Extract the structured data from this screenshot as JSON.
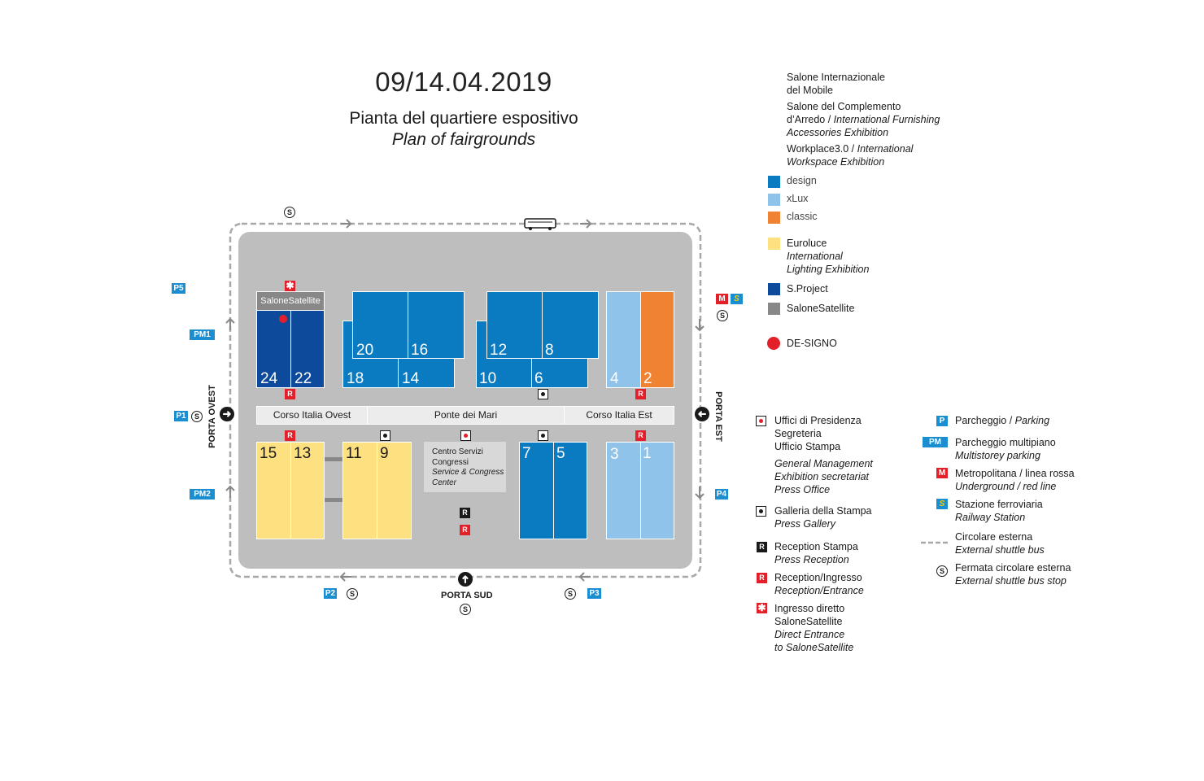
{
  "header": {
    "date": "09/14.04.2019",
    "title_it": "Pianta del quartiere espositivo",
    "title_en": "Plan of fairgrounds"
  },
  "exhibitions": {
    "salone_line1": "Salone Internazionale",
    "salone_line2": "del Mobile",
    "complemento_line1": "Salone del Complemento",
    "complemento_line2_a": "d’Arredo  / ",
    "complemento_line2_b": "International Furnishing",
    "complemento_line3": "Accessories Exhibition",
    "workplace_line1_a": "Workplace3.0 / ",
    "workplace_line1_b": "International",
    "workplace_line2": "Workspace Exhibition"
  },
  "color_legend": [
    {
      "label": "design",
      "color": "#0a7ac1"
    },
    {
      "label": "xLux",
      "color": "#90c3ea"
    },
    {
      "label": "classic",
      "color": "#f08331"
    },
    {
      "label": "Euroluce",
      "sub1": "International",
      "sub2": "Lighting Exhibition",
      "color": "#fde080"
    },
    {
      "label": "S.Project",
      "color": "#0e4a9c"
    },
    {
      "label": "SaloneSatellite",
      "color": "#888888"
    }
  ],
  "designo": {
    "label": "DE-SIGNO",
    "color": "#e3202a"
  },
  "halls": {
    "h24": "24",
    "h22": "22",
    "h20": "20",
    "h16": "16",
    "h18": "18",
    "h14": "14",
    "h12": "12",
    "h8": "8",
    "h10": "10",
    "h6": "6",
    "h4": "4",
    "h2": "2",
    "h15": "15",
    "h13": "13",
    "h11": "11",
    "h9": "9",
    "h7": "7",
    "h5": "5",
    "h3": "3",
    "h1": "1"
  },
  "roads": {
    "ovest": "Corso Italia Ovest",
    "mari": "Ponte dei Mari",
    "est": "Corso Italia Est"
  },
  "satellite_label": "SaloneSatellite",
  "service_center": {
    "line1": "Centro Servizi",
    "line2": "Congressi",
    "line3": "Service & Congress",
    "line4": "Center"
  },
  "gates": {
    "ovest": "PORTA OVEST",
    "est": "PORTA EST",
    "sud": "PORTA SUD"
  },
  "parking_badges": {
    "p5": "P5",
    "pm1": "PM1",
    "p1": "P1",
    "pm2": "PM2",
    "p2": "P2",
    "p3": "P3",
    "p4": "P4",
    "m": "M",
    "s": "S"
  },
  "symbols": {
    "r": "R",
    "s": "S"
  },
  "legend_left": [
    {
      "key": "presidenza",
      "lines_it": [
        "Uffici di Presidenza",
        "Segreteria",
        "Ufficio Stampa"
      ],
      "lines_en": [
        "General Management",
        "Exhibition secretariat",
        "Press Office"
      ]
    },
    {
      "key": "galleria",
      "lines_it": [
        "Galleria della Stampa"
      ],
      "lines_en": [
        "Press Gallery"
      ]
    },
    {
      "key": "reception_stampa",
      "lines_it": [
        "Reception Stampa"
      ],
      "lines_en": [
        "Press Reception"
      ]
    },
    {
      "key": "reception",
      "lines_it": [
        "Reception/Ingresso"
      ],
      "lines_en": [
        "Reception/Entrance"
      ]
    },
    {
      "key": "ingresso",
      "lines_it": [
        "Ingresso diretto",
        "SaloneSatellite"
      ],
      "lines_en": [
        "Direct Entrance",
        "to SaloneSatellite"
      ]
    }
  ],
  "legend_right": [
    {
      "key": "parking",
      "badge": "P",
      "it": "Parcheggio / ",
      "en": "Parking"
    },
    {
      "key": "multistorey",
      "badge": "PM",
      "it": "Parcheggio multipiano",
      "en": "Multistorey parking"
    },
    {
      "key": "metro",
      "badge": "M",
      "it": "Metropolitana / linea rossa",
      "en": "Underground / red line"
    },
    {
      "key": "railway",
      "badge": "S",
      "it": "Stazione ferroviaria",
      "en": "Railway Station"
    },
    {
      "key": "shuttle",
      "it": "Circolare esterna",
      "en": "External shuttle bus"
    },
    {
      "key": "stop",
      "badge": "S",
      "it": "Fermata circolare esterna",
      "en": "External shuttle bus stop"
    }
  ]
}
